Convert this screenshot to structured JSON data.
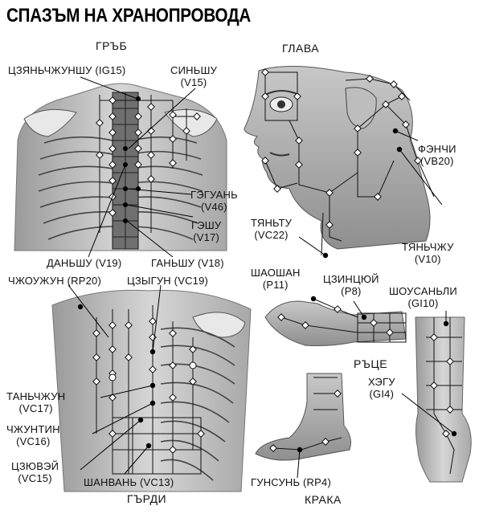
{
  "title": "СПАЗЪМ НА ХРАНОПРОВОДА",
  "sections": {
    "back": "ГРЪБ",
    "head": "ГЛАВА",
    "arms": "РЪЦЕ",
    "chest": "ГЪРДИ",
    "legs": "КРАКА"
  },
  "points": {
    "ig15": [
      "ЦЗЯНЬЧЖУНШУ (IG15)"
    ],
    "v15": [
      "СИНЬШУ",
      "(V15)"
    ],
    "v46": [
      "ГЭГУАНЬ",
      "(V46)"
    ],
    "v17": [
      "ГЭШУ",
      "(V17)"
    ],
    "v19": [
      "ДАНЬШУ (V19)"
    ],
    "v18": [
      "ГАНЬШУ (V18)"
    ],
    "vb20": [
      "ФЭНЧИ",
      "(VB20)"
    ],
    "vc22": [
      "ТЯНЬТУ",
      "(VC22)"
    ],
    "v10": [
      "ТЯНЬЧЖУ",
      "(V10)"
    ],
    "rp20": [
      "ЧЖОУЖУН (RP20)"
    ],
    "vc19": [
      "ЦЗЫГУН (VC19)"
    ],
    "p11": [
      "ШАОШАН",
      "(P11)"
    ],
    "p8": [
      "ЦЗИНЦЮЙ",
      "(P8)"
    ],
    "gi10": [
      "ШОУСАНЬЛИ",
      "(GI10)"
    ],
    "gi4": [
      "ХЭГУ",
      "(GI4)"
    ],
    "vc17": [
      "ТАНЬЧЖУН",
      "(VC17)"
    ],
    "vc16": [
      "ЧЖУНТИН",
      "(VC16)"
    ],
    "vc15": [
      "ЦЗЮВЭЙ",
      "(VC15)"
    ],
    "vc13": [
      "ШАНВАНЬ (VC13)"
    ],
    "rp4": [
      "ГУНСУНЬ (RP4)"
    ]
  }
}
